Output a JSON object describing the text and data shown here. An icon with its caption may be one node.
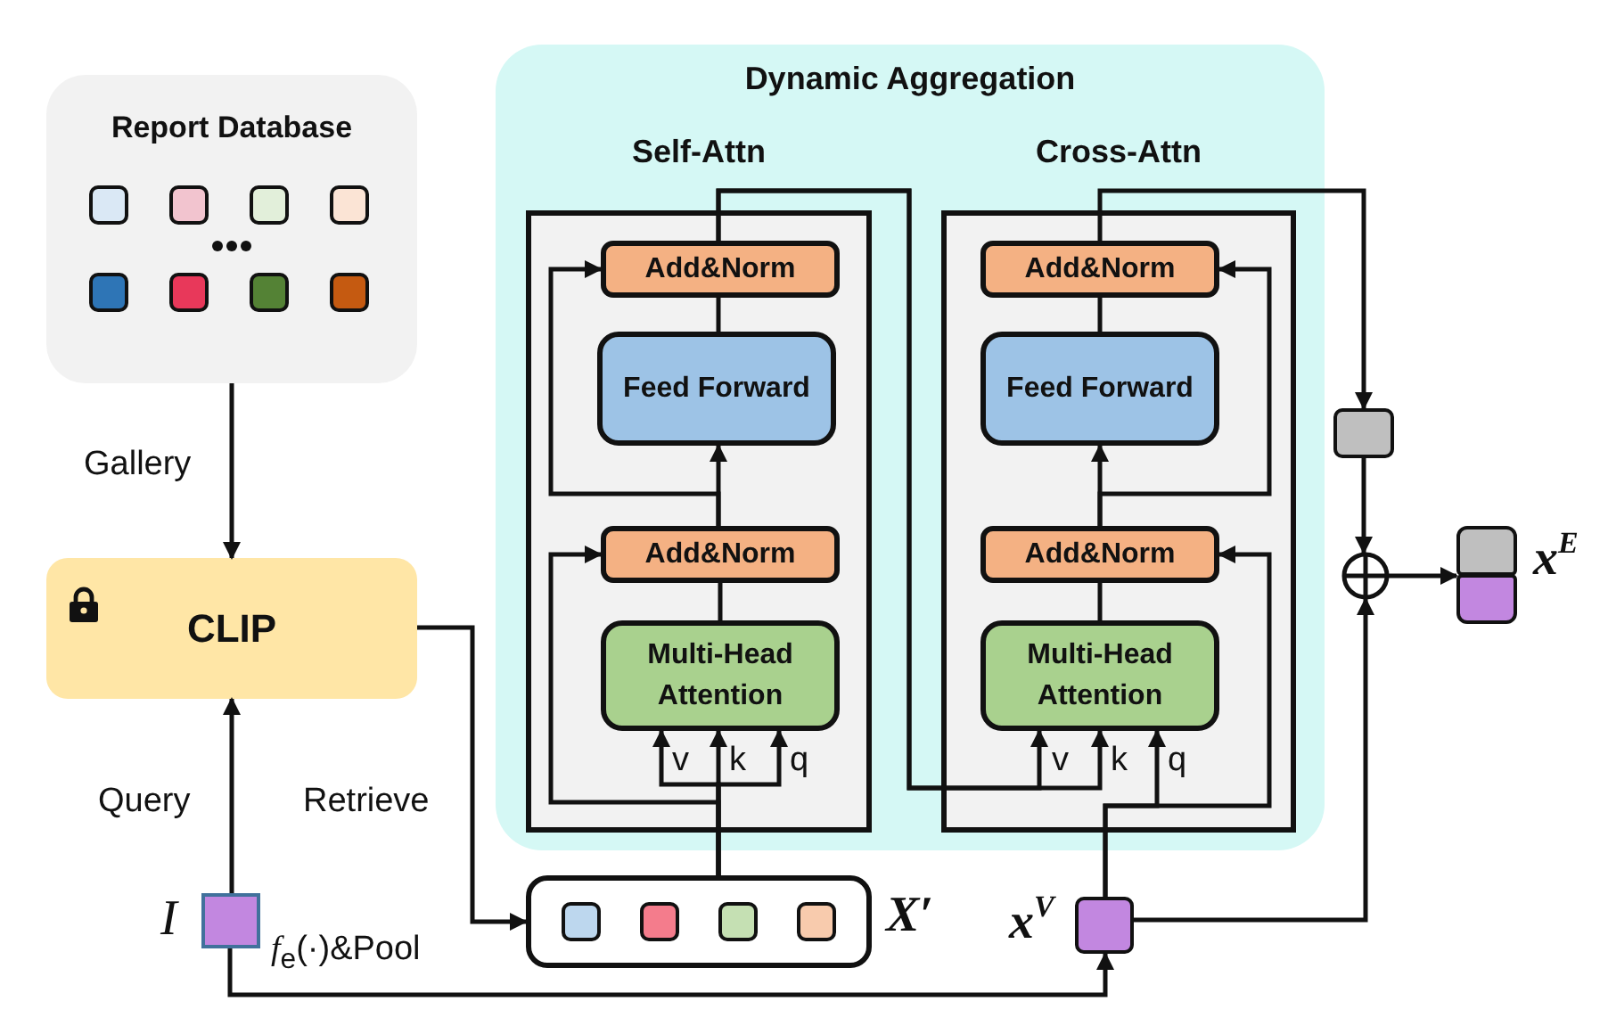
{
  "diagram": {
    "nodes": [
      {
        "text": [
          "Report Database"
        ]
      },
      {
        "text": [
          "CLIP"
        ]
      },
      {
        "text": [],
        "shape": "box",
        "beside": [
          "I"
        ]
      },
      {
        "text": [],
        "shape": "box",
        "beside": [
          "X′"
        ]
      },
      {
        "text": [],
        "shape": "box",
        "beside": [
          "x$^{V}$"
        ]
      },
      {
        "text": [
          "Dynamic Aggregation"
        ]
      },
      {
        "text": [
          "Self-Attn"
        ],
        "in": 5
      },
      {
        "text": [
          "Add&Norm"
        ],
        "in": 6
      },
      {
        "text": [
          "Feed Forward"
        ],
        "in": 6
      },
      {
        "text": [
          "Add&Norm"
        ],
        "in": 6
      },
      {
        "text": [
          "Multi-Head Attention"
        ],
        "in": 6
      },
      {
        "text": [
          "Cross-Attn"
        ],
        "in": 5
      },
      {
        "text": [
          "Add&Norm"
        ],
        "in": 11
      },
      {
        "text": [
          "Feed Forward"
        ],
        "in": 11
      },
      {
        "text": [
          "Add&Norm"
        ],
        "in": 11
      },
      {
        "text": [
          "Multi-Head Attention"
        ],
        "in": 11
      },
      {
        "text": [],
        "shape": "box"
      },
      {
        "text": [],
        "shape": "circle"
      },
      {
        "text": [],
        "shape": "box",
        "beside": [
          "x$^{E}$"
        ]
      }
    ],
    "edges": [
      {
        "from": 0,
        "to": 1,
        "arrow": "to",
        "label": "Gallery"
      },
      {
        "from": 2,
        "to": 1,
        "arrow": "to",
        "label": "Query"
      },
      {
        "from": 1,
        "to": 3,
        "arrow": "to",
        "label": "Retrieve"
      },
      {
        "from": 2,
        "to": 4,
        "arrow": "to",
        "label": "*f*$_{e}$(·)&Pool"
      },
      {
        "from": 3,
        "to": 10,
        "arrow": "to"
      },
      {
        "from": 3,
        "to": 9,
        "arrow": "to"
      },
      {
        "from": 10,
        "to": 9,
        "arrow": "none"
      },
      {
        "from": 9,
        "to": 8,
        "arrow": "to"
      },
      {
        "from": 9,
        "to": 7,
        "arrow": "to"
      },
      {
        "from": 8,
        "to": 7,
        "arrow": "none"
      },
      {
        "from": 7,
        "to": 15,
        "arrow": "to"
      },
      {
        "from": 4,
        "to": 15,
        "arrow": "to"
      },
      {
        "from": 4,
        "to": 14,
        "arrow": "to"
      },
      {
        "from": 15,
        "to": 14,
        "arrow": "none"
      },
      {
        "from": 14,
        "to": 13,
        "arrow": "to"
      },
      {
        "from": 14,
        "to": 12,
        "arrow": "to"
      },
      {
        "from": 13,
        "to": 12,
        "arrow": "none"
      },
      {
        "from": 12,
        "to": 16,
        "arrow": "to"
      },
      {
        "from": 16,
        "to": 17,
        "arrow": "to"
      },
      {
        "from": 4,
        "to": 17,
        "arrow": "to"
      },
      {
        "from": 17,
        "to": 18,
        "arrow": "to"
      },
      {
        "from": 3,
        "to": 10,
        "arrow": "to"
      },
      {
        "from": 3,
        "to": 10,
        "arrow": "to"
      },
      {
        "from": 7,
        "to": 15,
        "arrow": "to"
      }
    ],
    "labels": [
      "v",
      "k",
      "q",
      "v",
      "k",
      "q"
    ]
  }
}
